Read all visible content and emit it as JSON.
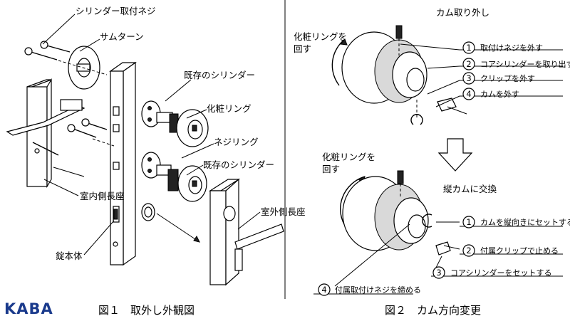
{
  "brand": {
    "logo_text": "KABA",
    "logo_color": "#1a3a8c"
  },
  "figure1": {
    "caption": "図１　取外し外観図",
    "labels": {
      "cylinder_screw": "シリンダー取付ネジ",
      "thumbturn": "サムターン",
      "existing_cylinder_top": "既存のシリンダー",
      "escutcheon_ring": "化粧リング",
      "screw_ring": "ネジリング",
      "existing_cylinder_bottom": "既存のシリンダー",
      "inside_plate": "室内側長座",
      "outside_plate": "室外側長座",
      "lock_body": "錠本体"
    }
  },
  "figure2": {
    "caption": "図２　カム方向変更",
    "removal": {
      "title": "カム取り外し",
      "rotate_note": "化粧リングを\n回す",
      "steps": [
        {
          "num": "1",
          "text": "取付けネジを外す"
        },
        {
          "num": "2",
          "text": "コアシリンダーを取り出す"
        },
        {
          "num": "3",
          "text": "クリップを外す"
        },
        {
          "num": "4",
          "text": "カムを外す"
        }
      ]
    },
    "install": {
      "title": "縦カムに交換",
      "rotate_note": "化粧リングを\n回す",
      "steps": [
        {
          "num": "1",
          "text": "カムを縦向きにセットする"
        },
        {
          "num": "2",
          "text": "付属クリップで止める"
        },
        {
          "num": "3",
          "text": "コアシリンダーをセットする"
        },
        {
          "num": "4",
          "text": "付属取付けネジを締める"
        }
      ]
    }
  }
}
